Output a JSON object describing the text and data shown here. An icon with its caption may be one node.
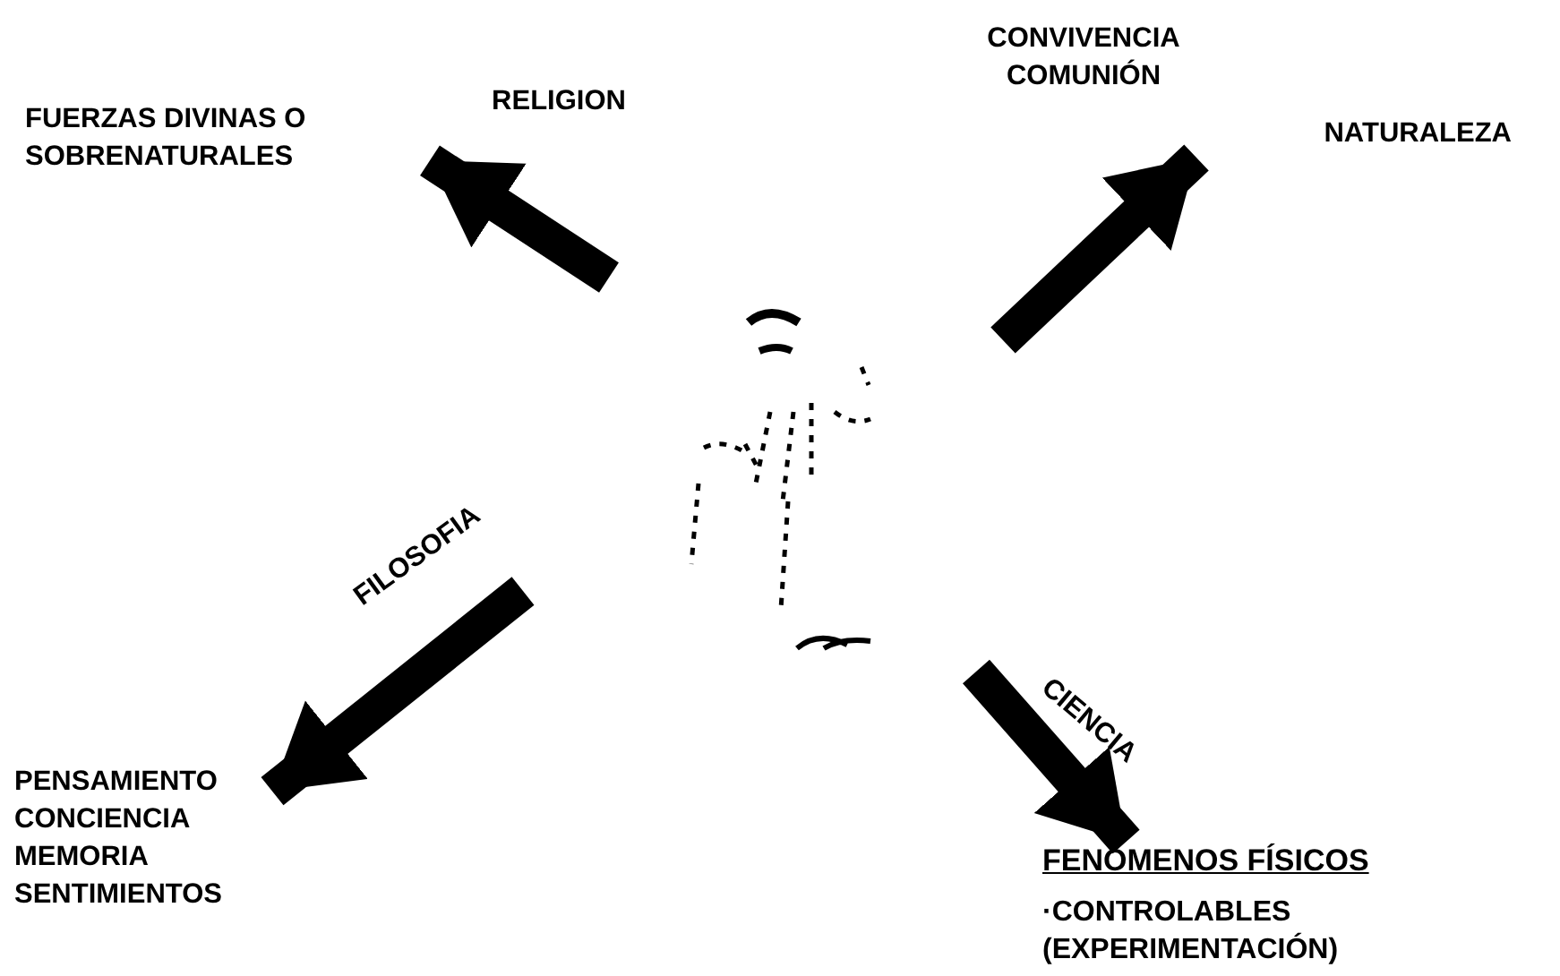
{
  "diagram": {
    "nodes": [
      {
        "text": [
          "FUERZAS DIVINAS O SOBRENATURALES"
        ]
      },
      {
        "text": [
          "NATURALEZA"
        ]
      },
      {
        "text": [
          "PENSAMIENTO",
          "CONCIENCIA",
          "MEMORIA",
          "SENTIMIENTOS"
        ]
      },
      {
        "text": [
          "FENÓMENOS FÍSICOS",
          "·CONTROLABLES (EXPERIMENTACIÓN)"
        ]
      }
    ],
    "edges": [
      {
        "from": null,
        "to": 0,
        "arrow": "to",
        "label": "RELIGION"
      },
      {
        "from": null,
        "to": 1,
        "arrow": "to",
        "label": "CONVIVENCIA COMUNIÓN"
      },
      {
        "from": null,
        "to": 2,
        "arrow": "to",
        "label": "FILOSOFIA"
      },
      {
        "from": null,
        "to": 3,
        "arrow": "to",
        "label": "CIENCIA"
      }
    ]
  }
}
